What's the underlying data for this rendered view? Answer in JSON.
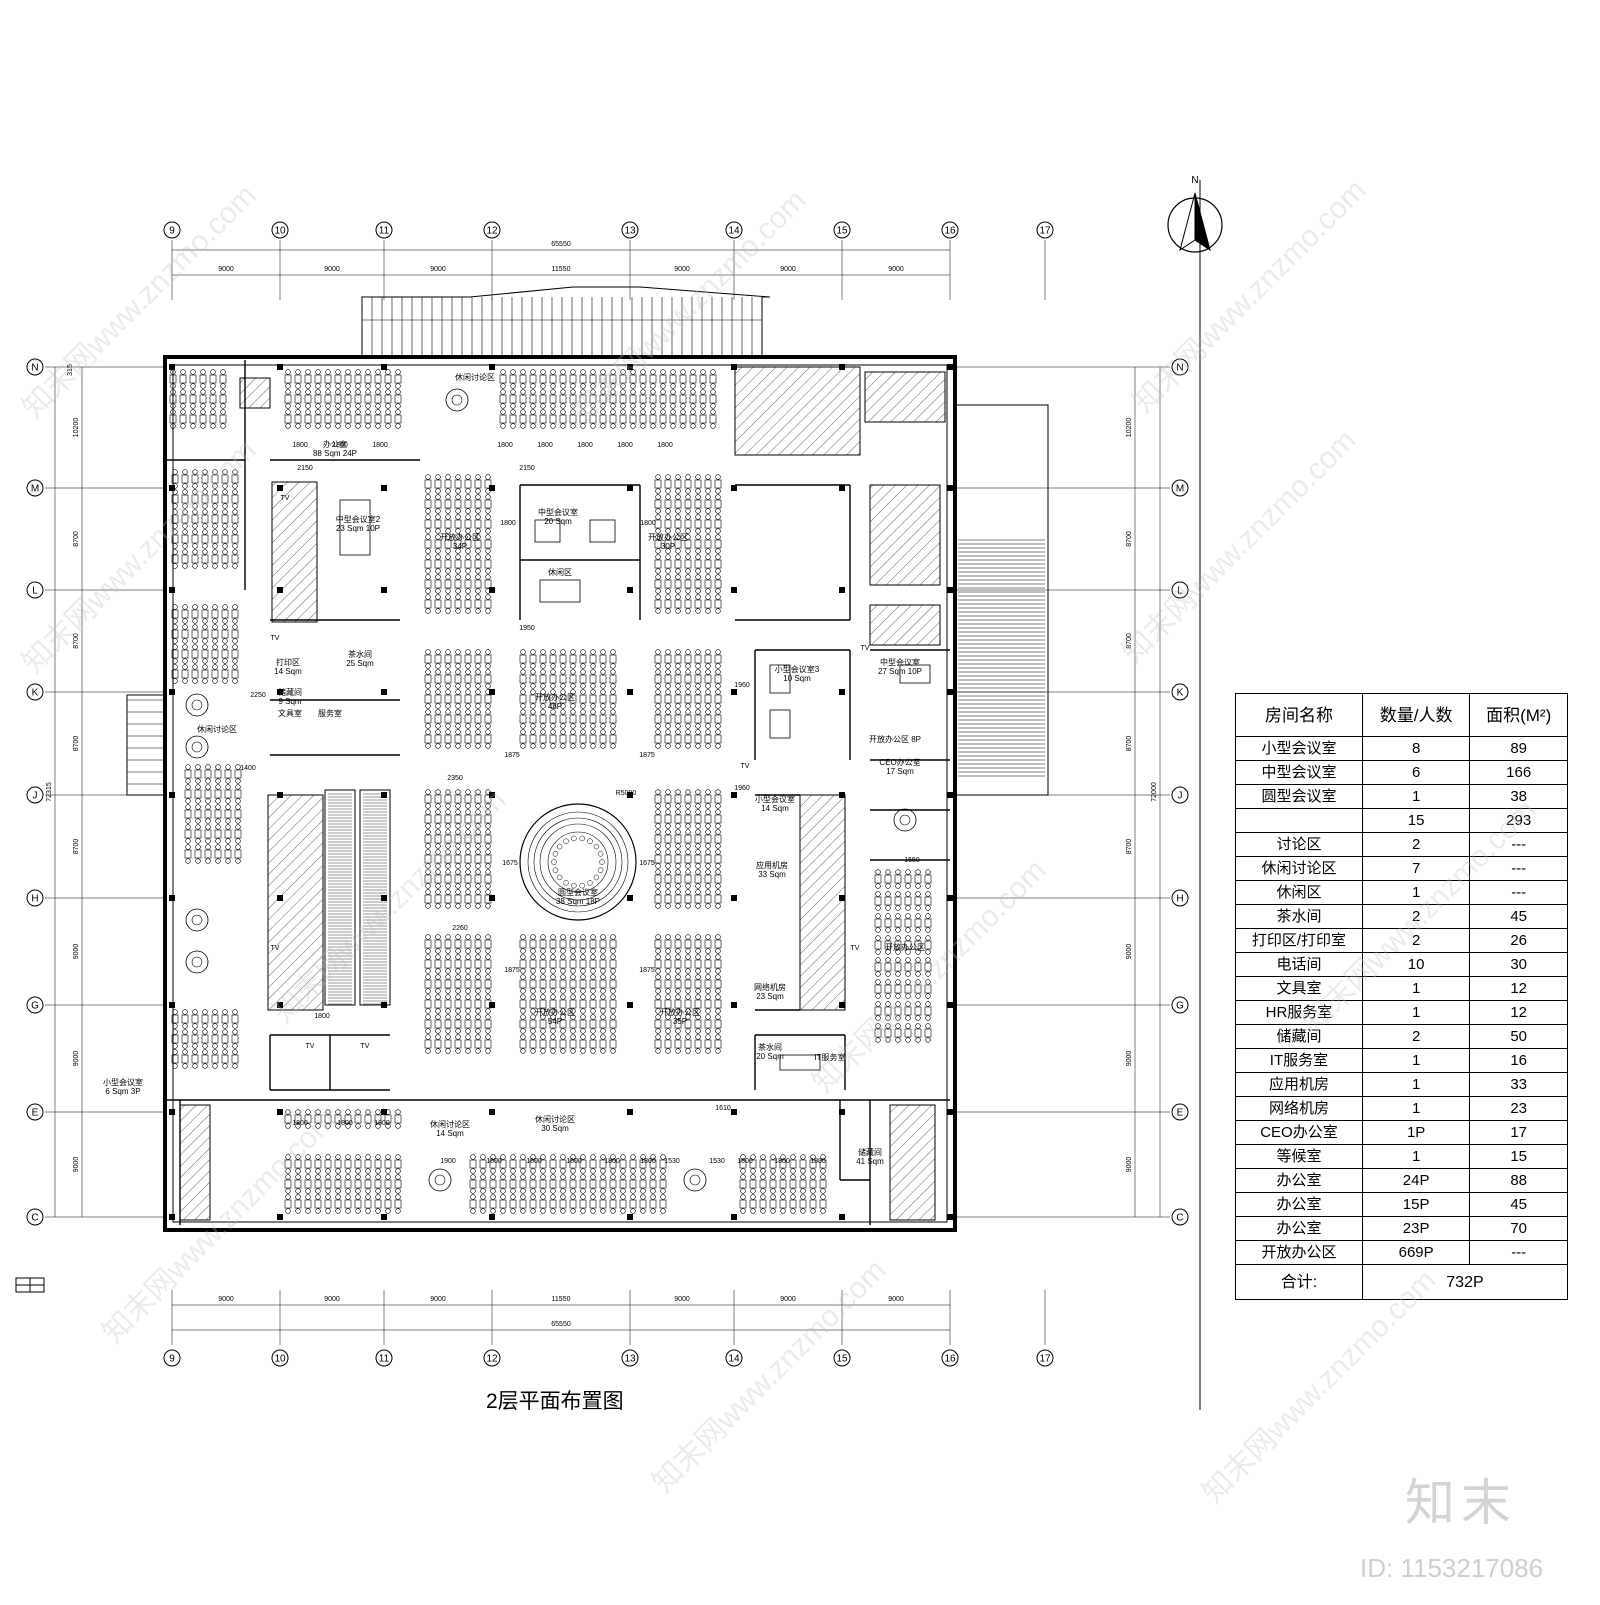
{
  "plan": {
    "title": "2层平面布置图",
    "north_label": "N",
    "total_width_top": "65550",
    "total_width_bottom": "65550",
    "total_height_left": "72315",
    "total_height_right": "72000"
  },
  "grid": {
    "columns": [
      "9",
      "10",
      "11",
      "12",
      "13",
      "14",
      "15",
      "16",
      "17"
    ],
    "rows": [
      "N",
      "M",
      "L",
      "K",
      "J",
      "H",
      "G",
      "E",
      "C"
    ],
    "col_spans": [
      "9000",
      "9000",
      "9000",
      "11550",
      "9000",
      "9000",
      "9000"
    ],
    "row_spans_left": [
      "10200",
      "8700",
      "8700",
      "8700",
      "8700",
      "9000",
      "9000",
      "9000"
    ],
    "row_spans_right": [
      "10200",
      "8700",
      "8700",
      "8700",
      "8700",
      "9000",
      "9000",
      "9000"
    ],
    "row_top_small": "315"
  },
  "rooms": [
    {
      "label": "办公室",
      "sub": "88 Sqm 24P"
    },
    {
      "label": "休闲讨论区",
      "sub": ""
    },
    {
      "label": "中型会议室2",
      "sub": "23 Sqm 10P"
    },
    {
      "label": "中型会议室",
      "sub": "20 Sqm"
    },
    {
      "label": "开放办公区",
      "sub": "34P"
    },
    {
      "label": "休闲区",
      "sub": ""
    },
    {
      "label": "开放办公区",
      "sub": "30P"
    },
    {
      "label": "打印区",
      "sub": "14 Sqm"
    },
    {
      "label": "茶水间",
      "sub": "25 Sqm"
    },
    {
      "label": "储藏间",
      "sub": "9 Sqm"
    },
    {
      "label": "文具室",
      "sub": ""
    },
    {
      "label": "服务室",
      "sub": ""
    },
    {
      "label": "休闲讨论区",
      "sub": ""
    },
    {
      "label": "开放办公区",
      "sub": "48P"
    },
    {
      "label": "小型会议室3",
      "sub": "10 Sqm"
    },
    {
      "label": "中型会议室",
      "sub": "27 Sqm 10P"
    },
    {
      "label": "开放办公区 8P",
      "sub": ""
    },
    {
      "label": "CEO办公室",
      "sub": "17 Sqm"
    },
    {
      "label": "圆型会议室",
      "sub": "38 Sqm 18P"
    },
    {
      "label": "小型会议室",
      "sub": "14 Sqm"
    },
    {
      "label": "应用机房",
      "sub": "33 Sqm"
    },
    {
      "label": "网络机房",
      "sub": "23 Sqm"
    },
    {
      "label": "开放办公区",
      "sub": "54P"
    },
    {
      "label": "开放办公区",
      "sub": "35P"
    },
    {
      "label": "茶水间",
      "sub": "20 Sqm"
    },
    {
      "label": "IT服务室",
      "sub": ""
    },
    {
      "label": "小型会议室",
      "sub": "6 Sqm 3P"
    },
    {
      "label": "休闲讨论区",
      "sub": "14 Sqm"
    },
    {
      "label": "休闲讨论区",
      "sub": "30 Sqm"
    },
    {
      "label": "储藏间",
      "sub": "41 Sqm"
    },
    {
      "label": "开放办公区",
      "sub": ""
    }
  ],
  "dims": {
    "d1800": "1800",
    "d2150": "2150",
    "d1950": "1950",
    "d1875": "1875",
    "d1960": "1960",
    "d2250": "2250",
    "d2350": "2350",
    "d1675": "1675",
    "d2260": "2260",
    "d1900": "1900",
    "d1530": "1530",
    "d1610": "1610",
    "d1400": "1400",
    "d1550": "1550",
    "r5000": "R5000",
    "tv": "TV"
  },
  "table": {
    "headers": [
      "房间名称",
      "数量/人数",
      "面积(M²)"
    ],
    "rows": [
      {
        "name": "小型会议室",
        "count": "8",
        "area": "89"
      },
      {
        "name": "中型会议室",
        "count": "6",
        "area": "166"
      },
      {
        "name": "圆型会议室",
        "count": "1",
        "area": "38"
      },
      {
        "name": "",
        "count": "15",
        "area": "293"
      },
      {
        "name": "讨论区",
        "count": "2",
        "area": "---"
      },
      {
        "name": "休闲讨论区",
        "count": "7",
        "area": "---"
      },
      {
        "name": "休闲区",
        "count": "1",
        "area": "---"
      },
      {
        "name": "茶水间",
        "count": "2",
        "area": "45"
      },
      {
        "name": "打印区/打印室",
        "count": "2",
        "area": "26"
      },
      {
        "name": "电话间",
        "count": "10",
        "area": "30"
      },
      {
        "name": "文具室",
        "count": "1",
        "area": "12"
      },
      {
        "name": "HR服务室",
        "count": "1",
        "area": "12"
      },
      {
        "name": "储藏间",
        "count": "2",
        "area": "50"
      },
      {
        "name": "IT服务室",
        "count": "1",
        "area": "16"
      },
      {
        "name": "应用机房",
        "count": "1",
        "area": "33"
      },
      {
        "name": "网络机房",
        "count": "1",
        "area": "23"
      },
      {
        "name": "CEO办公室",
        "count": "1P",
        "area": "17"
      },
      {
        "name": "等候室",
        "count": "1",
        "area": "15"
      },
      {
        "name": "办公室",
        "count": "24P",
        "area": "88"
      },
      {
        "name": "办公室",
        "count": "15P",
        "area": "45"
      },
      {
        "name": "办公室",
        "count": "23P",
        "area": "70"
      },
      {
        "name": "开放办公区",
        "count": "669P",
        "area": "---"
      }
    ],
    "total_label": "合计:",
    "total_value": "732P"
  },
  "watermark": {
    "text": "知末网www.znzmo.com",
    "logo": "知末",
    "image_id": "ID: 1153217086"
  }
}
